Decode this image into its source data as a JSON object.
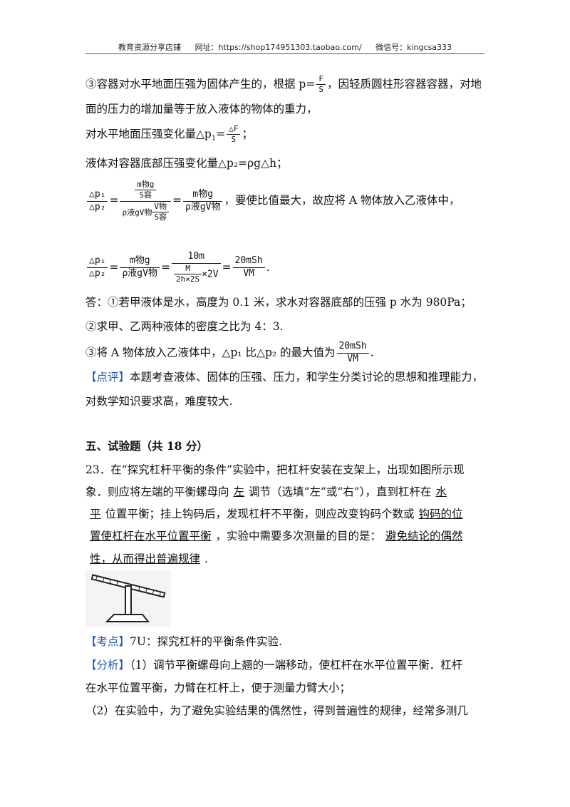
{
  "header": {
    "shop": "教育资源分享店铺",
    "url_label": "网址：https://shop174951303.taobao.com/",
    "wechat": "微信号：kingcsa333"
  },
  "lines": {
    "l1a": "③容器对水平地面压强为固体产生的，根据 p=",
    "l1b": "，因轻质圆柱形容器容器，对地",
    "l2": "面的压力的增加量等于放入液体的物体的重力，",
    "l3a": "对水平地面压强变化量△p",
    "l3b": "=",
    "l3c": "；",
    "l4": "液体对容器底部压强变化量△p₂=ρg△h；",
    "l5tail": "，要使比值最大，故应将 A 物体放入乙液体中，",
    "l6tail": ".",
    "ans1": "答：①若甲液体是水，高度为 0.1 米，求水对容器底部的压强 p 水为 980Pa；",
    "ans2": "②求甲、乙两种液体的密度之比为 4：3.",
    "ans3a": "③将 A 物体放入乙液体中，△p₁ 比△p₂ 的最大值为",
    "ans3b": ".",
    "comment_tag": "【点评】",
    "comment1": "本题考查液体、固体的压强、压力，和学生分类讨论的思想和推理能力，",
    "comment2": "对数学知识要求高，难度较大.",
    "section": "五、试验题（共 18 分）",
    "q1": "23．在“探究杠杆平衡的条件”实验中，把杠杆安装在支架上，出现如图所示现",
    "q2a": "象．则应将左端的平衡螺母向",
    "q2ans": "左",
    "q2b": "调节（选填“左”或“右”），直到杠杆在",
    "q2ans2": "水",
    "q3ans": "平",
    "q3a": "位置平衡；挂上钩码后，发现杠杆不平衡，则应改变钩码个数或",
    "q3ans2": "钩码的位",
    "q4ans": "置使杠杆在水平位置平衡",
    "q4a": "，实验中需要多次测量的目的是：",
    "q4ans2": "避免结论的偶然",
    "q5ans": "性，从而得出普遍规律",
    "q5a": ".",
    "kp_tag": "【考点】",
    "kp": "7U：探究杠杆的平衡条件实验.",
    "an_tag": "【分析】",
    "an1": "（1）调节平衡螺母向上翘的一端移动，使杠杆在水平位置平衡．杠杆",
    "an2": "在水平位置平衡，力臂在杠杆上，便于测量力臂大小；",
    "an3": "（2）在实验中，为了避免实验结果的偶然性，得到普遍性的规律，经常多测几"
  },
  "formulas": {
    "F": "F",
    "S": "S",
    "dF": "△F",
    "dp1": "△p₁",
    "dp2": "△p₂",
    "mg_S": "m物g",
    "S_rong": "S容",
    "rho_gV": "ρ液gV物",
    "V_over_S": "V物",
    "mg": "m物g",
    "num10m": "10m",
    "den_M": "M",
    "den_2h": "2h×2S",
    "times2V": "×2V",
    "res_num": "20mSh",
    "res_den": "VM",
    "sub1": "1"
  }
}
